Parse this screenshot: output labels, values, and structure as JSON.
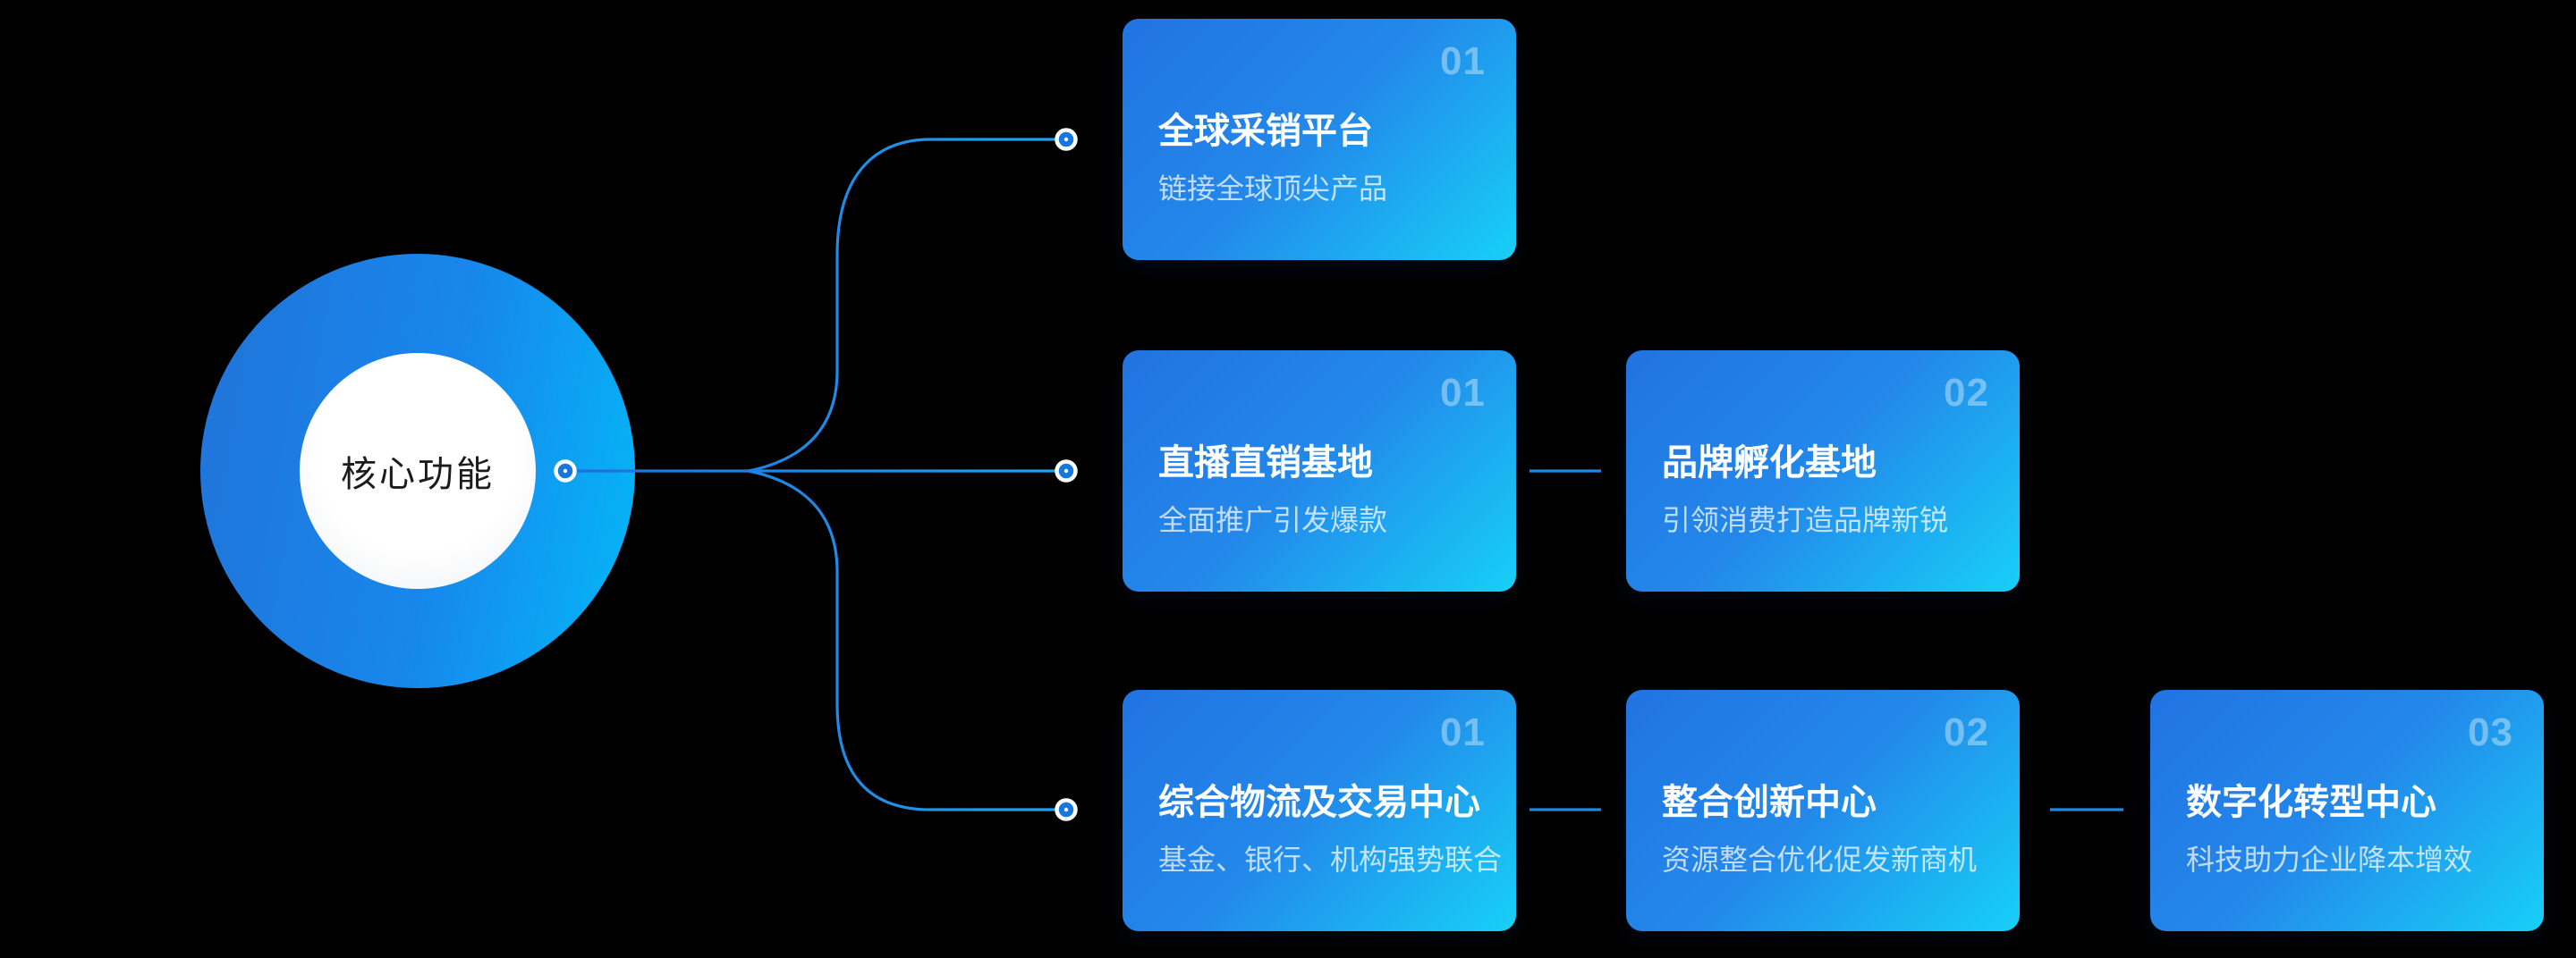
{
  "diagram": {
    "hub": {
      "label": "核心功能"
    },
    "branches": [
      {
        "cards": [
          {
            "number": "01",
            "title": "全球采销平台",
            "subtitle": "链接全球顶尖产品"
          }
        ]
      },
      {
        "cards": [
          {
            "number": "01",
            "title": "直播直销基地",
            "subtitle": "全面推广引发爆款"
          },
          {
            "number": "02",
            "title": "品牌孵化基地",
            "subtitle": "引领消费打造品牌新锐"
          }
        ]
      },
      {
        "cards": [
          {
            "number": "01",
            "title": "综合物流及交易中心",
            "subtitle": "基金、银行、机构强势联合"
          },
          {
            "number": "02",
            "title": "整合创新中心",
            "subtitle": "资源整合优化促发新商机"
          },
          {
            "number": "03",
            "title": "数字化转型中心",
            "subtitle": "科技助力企业降本增效"
          }
        ]
      }
    ],
    "colors": {
      "background": "#000000",
      "hub_gradient_start": "#2173D8",
      "hub_gradient_end": "#04B8F8",
      "hub_inner_fill": "#FFFFFF",
      "hub_label_color": "#1C1C1C",
      "card_gradient_start": "#2173E2",
      "card_gradient_end": "#17D0F7",
      "card_number_color": "rgba(255,255,255,0.38)",
      "card_subtitle_color": "rgba(255,255,255,0.72)",
      "connector_line_start": "#1D6FD8",
      "connector_line_end": "#1FA3F2",
      "card_link_line": "#1E88E5",
      "node_fill": "#1677DF",
      "node_ring": "#FFFFFF"
    }
  }
}
